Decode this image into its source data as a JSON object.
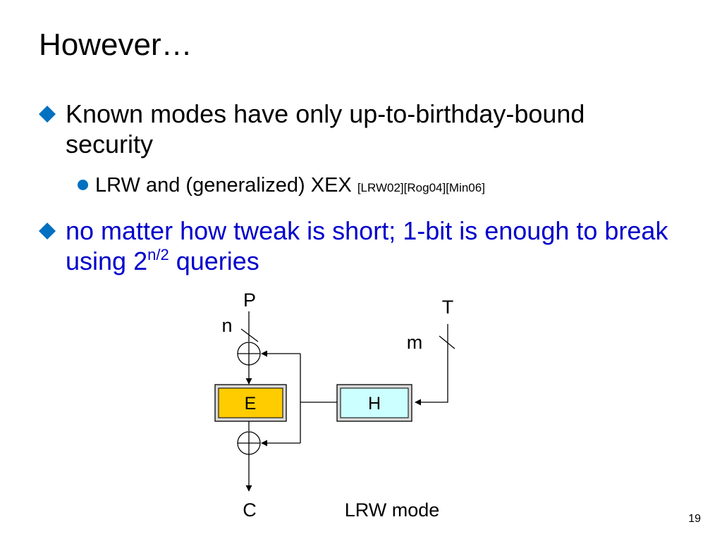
{
  "slide": {
    "title": "However…",
    "bullets": [
      {
        "text": "Known modes have only up-to-birthday-bound security"
      },
      {
        "text_before_sup": "no matter how tweak is short; 1-bit is enough to break using 2",
        "sup": "n/2",
        "text_after_sup": " queries"
      }
    ],
    "sub_bullet": {
      "text": "LRW and (generalized) XEX ",
      "ref": "[LRW02][Rog04][Min06]"
    },
    "diagram": {
      "label_P": "P",
      "label_T": "T",
      "label_n": "n",
      "label_m": "m",
      "label_E": "E",
      "label_H": "H",
      "label_C": "C",
      "caption": "LRW mode"
    },
    "page_number": "19"
  },
  "colors": {
    "blue_text": "#0000cc",
    "diamond": "#0070c0",
    "E_fill": "#ffcc00",
    "H_fill": "#ccffff"
  }
}
